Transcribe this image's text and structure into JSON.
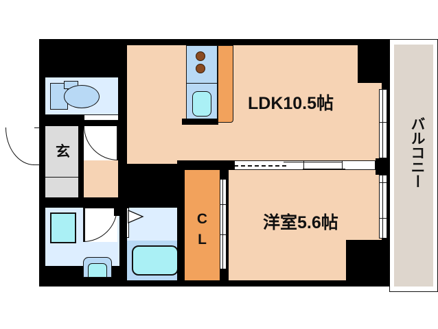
{
  "plan": {
    "title": "間取り図",
    "rooms": [
      {
        "id": "ldk",
        "label": "LDK10.5帖",
        "type": "living-dining-kitchen",
        "size_jo": 10.5
      },
      {
        "id": "bedroom",
        "label": "洋室5.6帖",
        "type": "western-room",
        "size_jo": 5.6
      },
      {
        "id": "closet",
        "label_lines": [
          "C",
          "L"
        ],
        "label": "CL",
        "type": "closet"
      },
      {
        "id": "genkan",
        "label": "玄",
        "type": "entrance"
      },
      {
        "id": "balcony",
        "label": "バルコニー",
        "type": "balcony"
      }
    ],
    "fixtures": [
      {
        "id": "toilet",
        "name": "toilet-fixture"
      },
      {
        "id": "washbasin",
        "name": "washbasin-fixture"
      },
      {
        "id": "washer-space",
        "name": "washing-machine-space"
      },
      {
        "id": "bathtub",
        "name": "bathtub-fixture"
      },
      {
        "id": "sink",
        "name": "kitchen-sink-fixture"
      },
      {
        "id": "stove",
        "name": "gas-stove-fixture",
        "burners": 2
      }
    ],
    "colors": {
      "wall": "#000000",
      "floor": "#f6d3b4",
      "closet": "#f2a25c",
      "balcony": "#ded6cd",
      "wet_area": "#ddeeff",
      "fixture": "#b8d9f5",
      "water": "#aaf0f5",
      "genkan": "#dcdcdc",
      "text": "#111111"
    }
  },
  "labels": {
    "ldk": "LDK10.5帖",
    "bedroom": "洋室5.6帖",
    "closet_c": "C",
    "closet_l": "L",
    "genkan": "玄",
    "balcony": "バルコニー"
  }
}
